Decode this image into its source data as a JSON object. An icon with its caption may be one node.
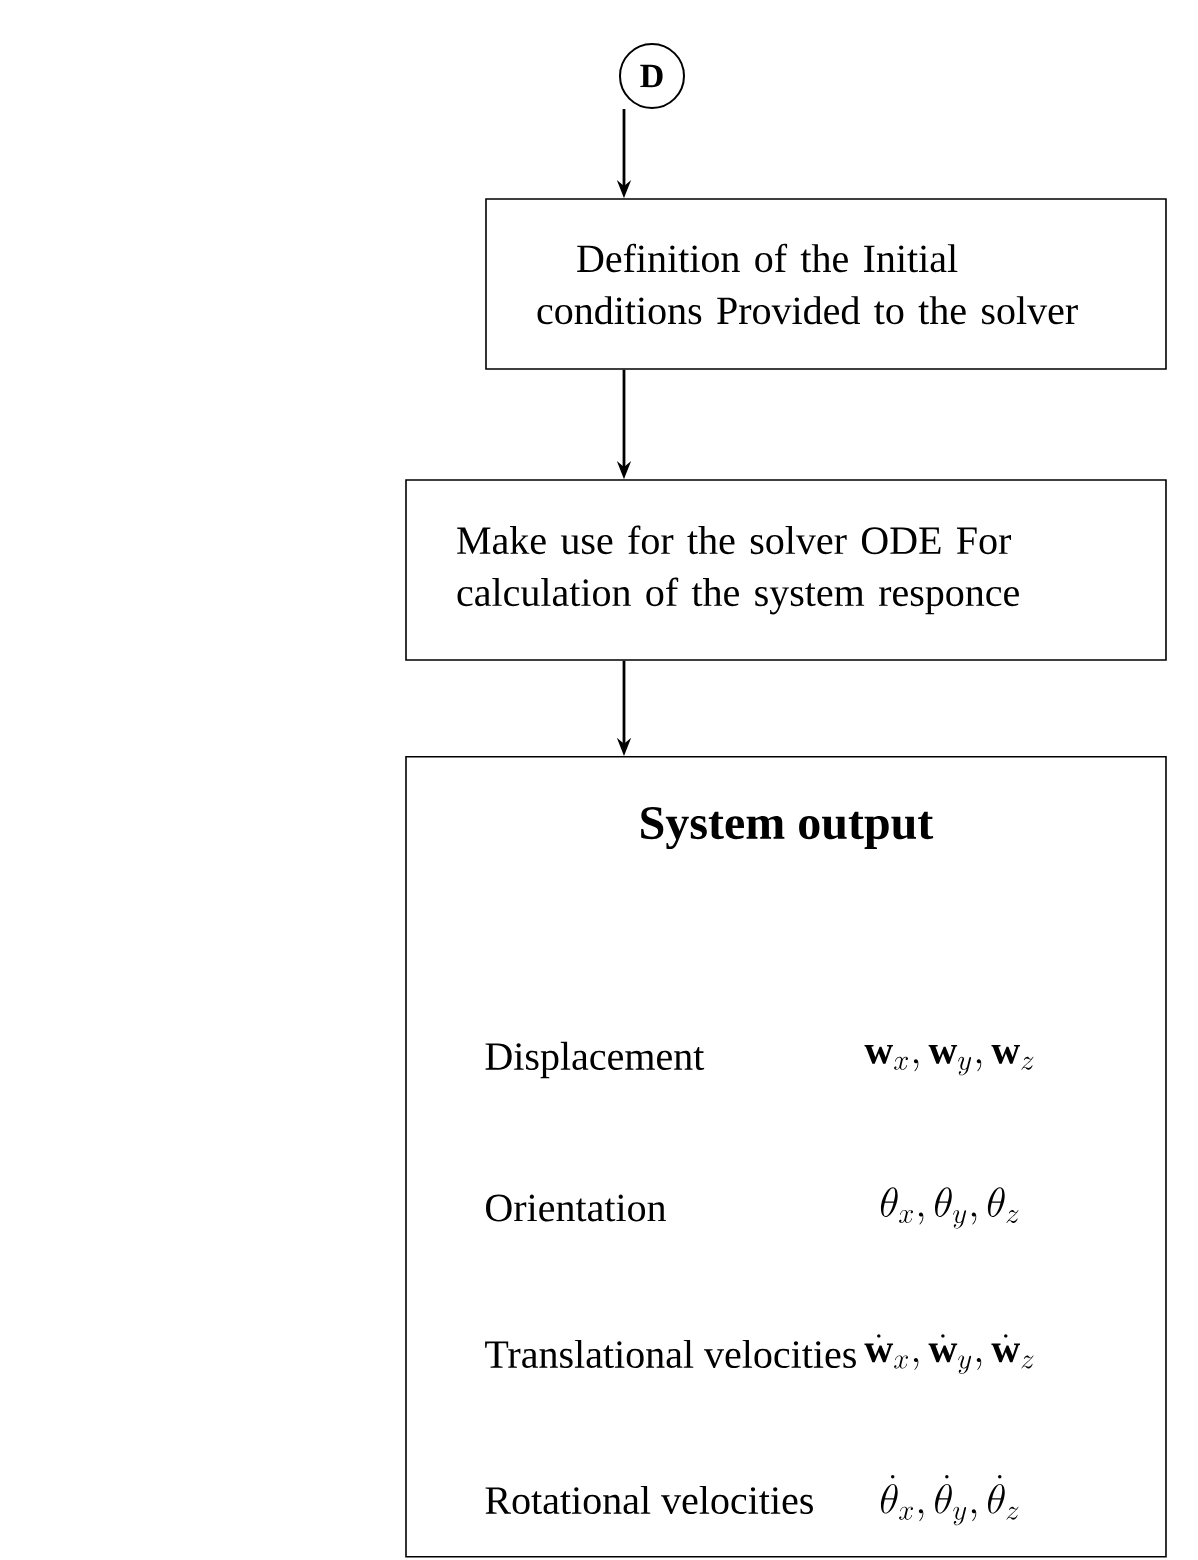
{
  "diagram": {
    "nodes": [
      {
        "text": [
          "D"
        ]
      },
      {
        "text": [
          "Definition of the Initial conditions Provided to the solver"
        ]
      },
      {
        "text": [
          "Make use for the solver ODE For calculation of the system responce"
        ]
      },
      {
        "text": [
          "System output"
        ]
      }
    ],
    "edges": [
      {
        "from": 0,
        "to": 1,
        "arrow": "to"
      },
      {
        "from": 1,
        "to": 2,
        "arrow": "to"
      },
      {
        "from": 2,
        "to": 3,
        "arrow": "to"
      }
    ],
    "labels": [
      "Displacement",
      "\\mathbf{w}_x,\\mathbf{w}_y,\\mathbf{w}_z",
      "Orientation",
      "\\theta_x,\\theta_y,\\theta_z",
      "Translational velocities",
      "\\dot{\\mathbf{w}}_x,\\dot{\\mathbf{w}}_y,\\dot{\\mathbf{w}}_z",
      "Rotational velocities",
      "\\dot{\\theta}_x,\\dot{\\theta}_y,\\dot{\\theta}_z"
    ]
  }
}
